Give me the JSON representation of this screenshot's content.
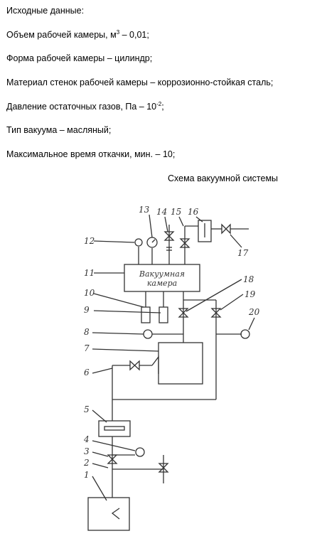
{
  "data": {
    "heading": "Исходные данные:",
    "volume_label": "Объем рабочей камеры, м",
    "volume_sup": "3",
    "volume_value": " – 0,01;",
    "shape": "Форма рабочей камеры – цилиндр;",
    "material": "Материал стенок рабочей камеры – коррозионно-стойкая сталь;",
    "pressure_label": "Давление остаточных газов, Па – 10",
    "pressure_sup": "-2",
    "pressure_end": ";",
    "vacuum_type": "Тип вакуума – масляный;",
    "max_time": "Максимальное время откачки, мин. – 10;"
  },
  "caption": "Схема вакуумной системы",
  "diagram": {
    "chamber_label_1": "Вакуумная",
    "chamber_label_2": "камера",
    "numbers": [
      "1",
      "2",
      "3",
      "4",
      "5",
      "6",
      "7",
      "8",
      "9",
      "10",
      "11",
      "12",
      "13",
      "14",
      "15",
      "16",
      "17",
      "18",
      "19",
      "20"
    ]
  }
}
